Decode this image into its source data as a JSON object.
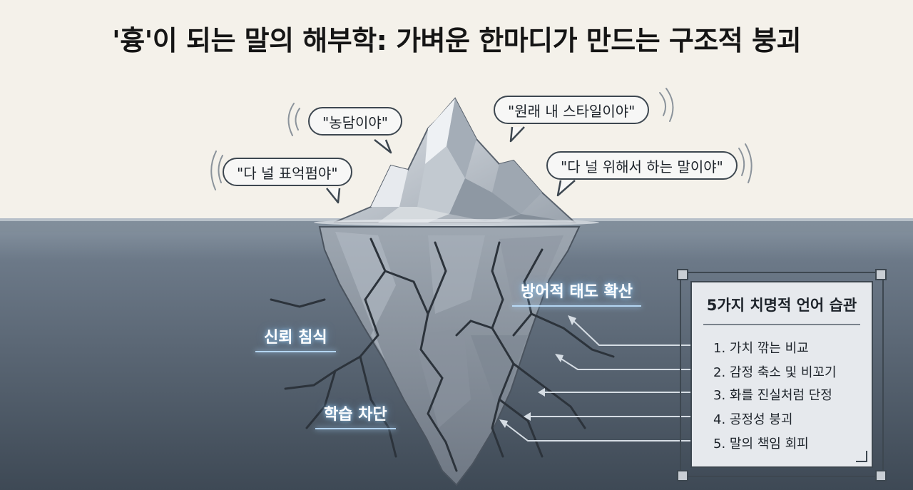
{
  "title": "'흉'이 되는 말의 해부학: 가벼운 한마디가 만드는 구조적 붕괴",
  "bubbles": [
    "\"농담이야\"",
    "\"다 널 표억펌야\"",
    "\"원래 내 스타일이야\"",
    "\"다 널 위해서 하는 말이야\""
  ],
  "underwater_labels": [
    "방어적 태도 확산",
    "신뢰 침식",
    "학습 차단"
  ],
  "panel": {
    "title": "5가지 치명적 언어 습관",
    "items": [
      "1. 가치 깎는 비교",
      "2. 감정 축소 및 비꼬기",
      "3. 화를 진실처럼 단정",
      "4. 공정성 붕괴",
      "5. 말의 책임 회피"
    ]
  },
  "colors": {
    "sky": "#f4f1ea",
    "water_top": "#8896a3",
    "water_deep": "#3f4b57",
    "ice_light": "#c9ced4",
    "ice_dark": "#5e6773",
    "outline": "#3d4750",
    "glow": "#a8d4ff"
  }
}
